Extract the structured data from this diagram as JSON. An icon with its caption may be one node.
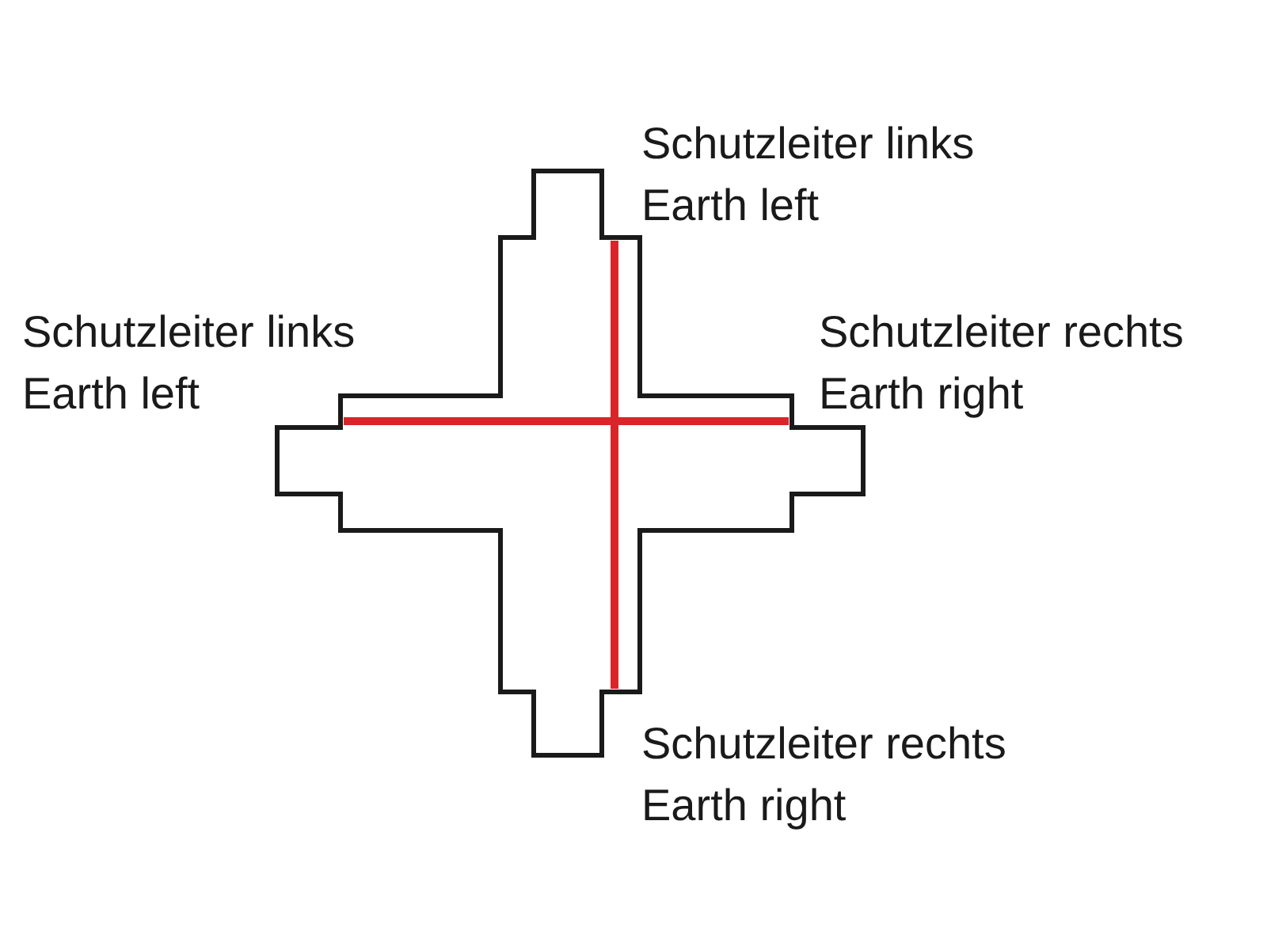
{
  "diagram": {
    "labels": [
      "Schutzleiter links",
      "Earth left",
      "Schutzleiter links",
      "Earth left",
      "Schutzleiter rechts",
      "Earth right",
      "Schutzleiter rechts",
      "Earth right"
    ]
  }
}
